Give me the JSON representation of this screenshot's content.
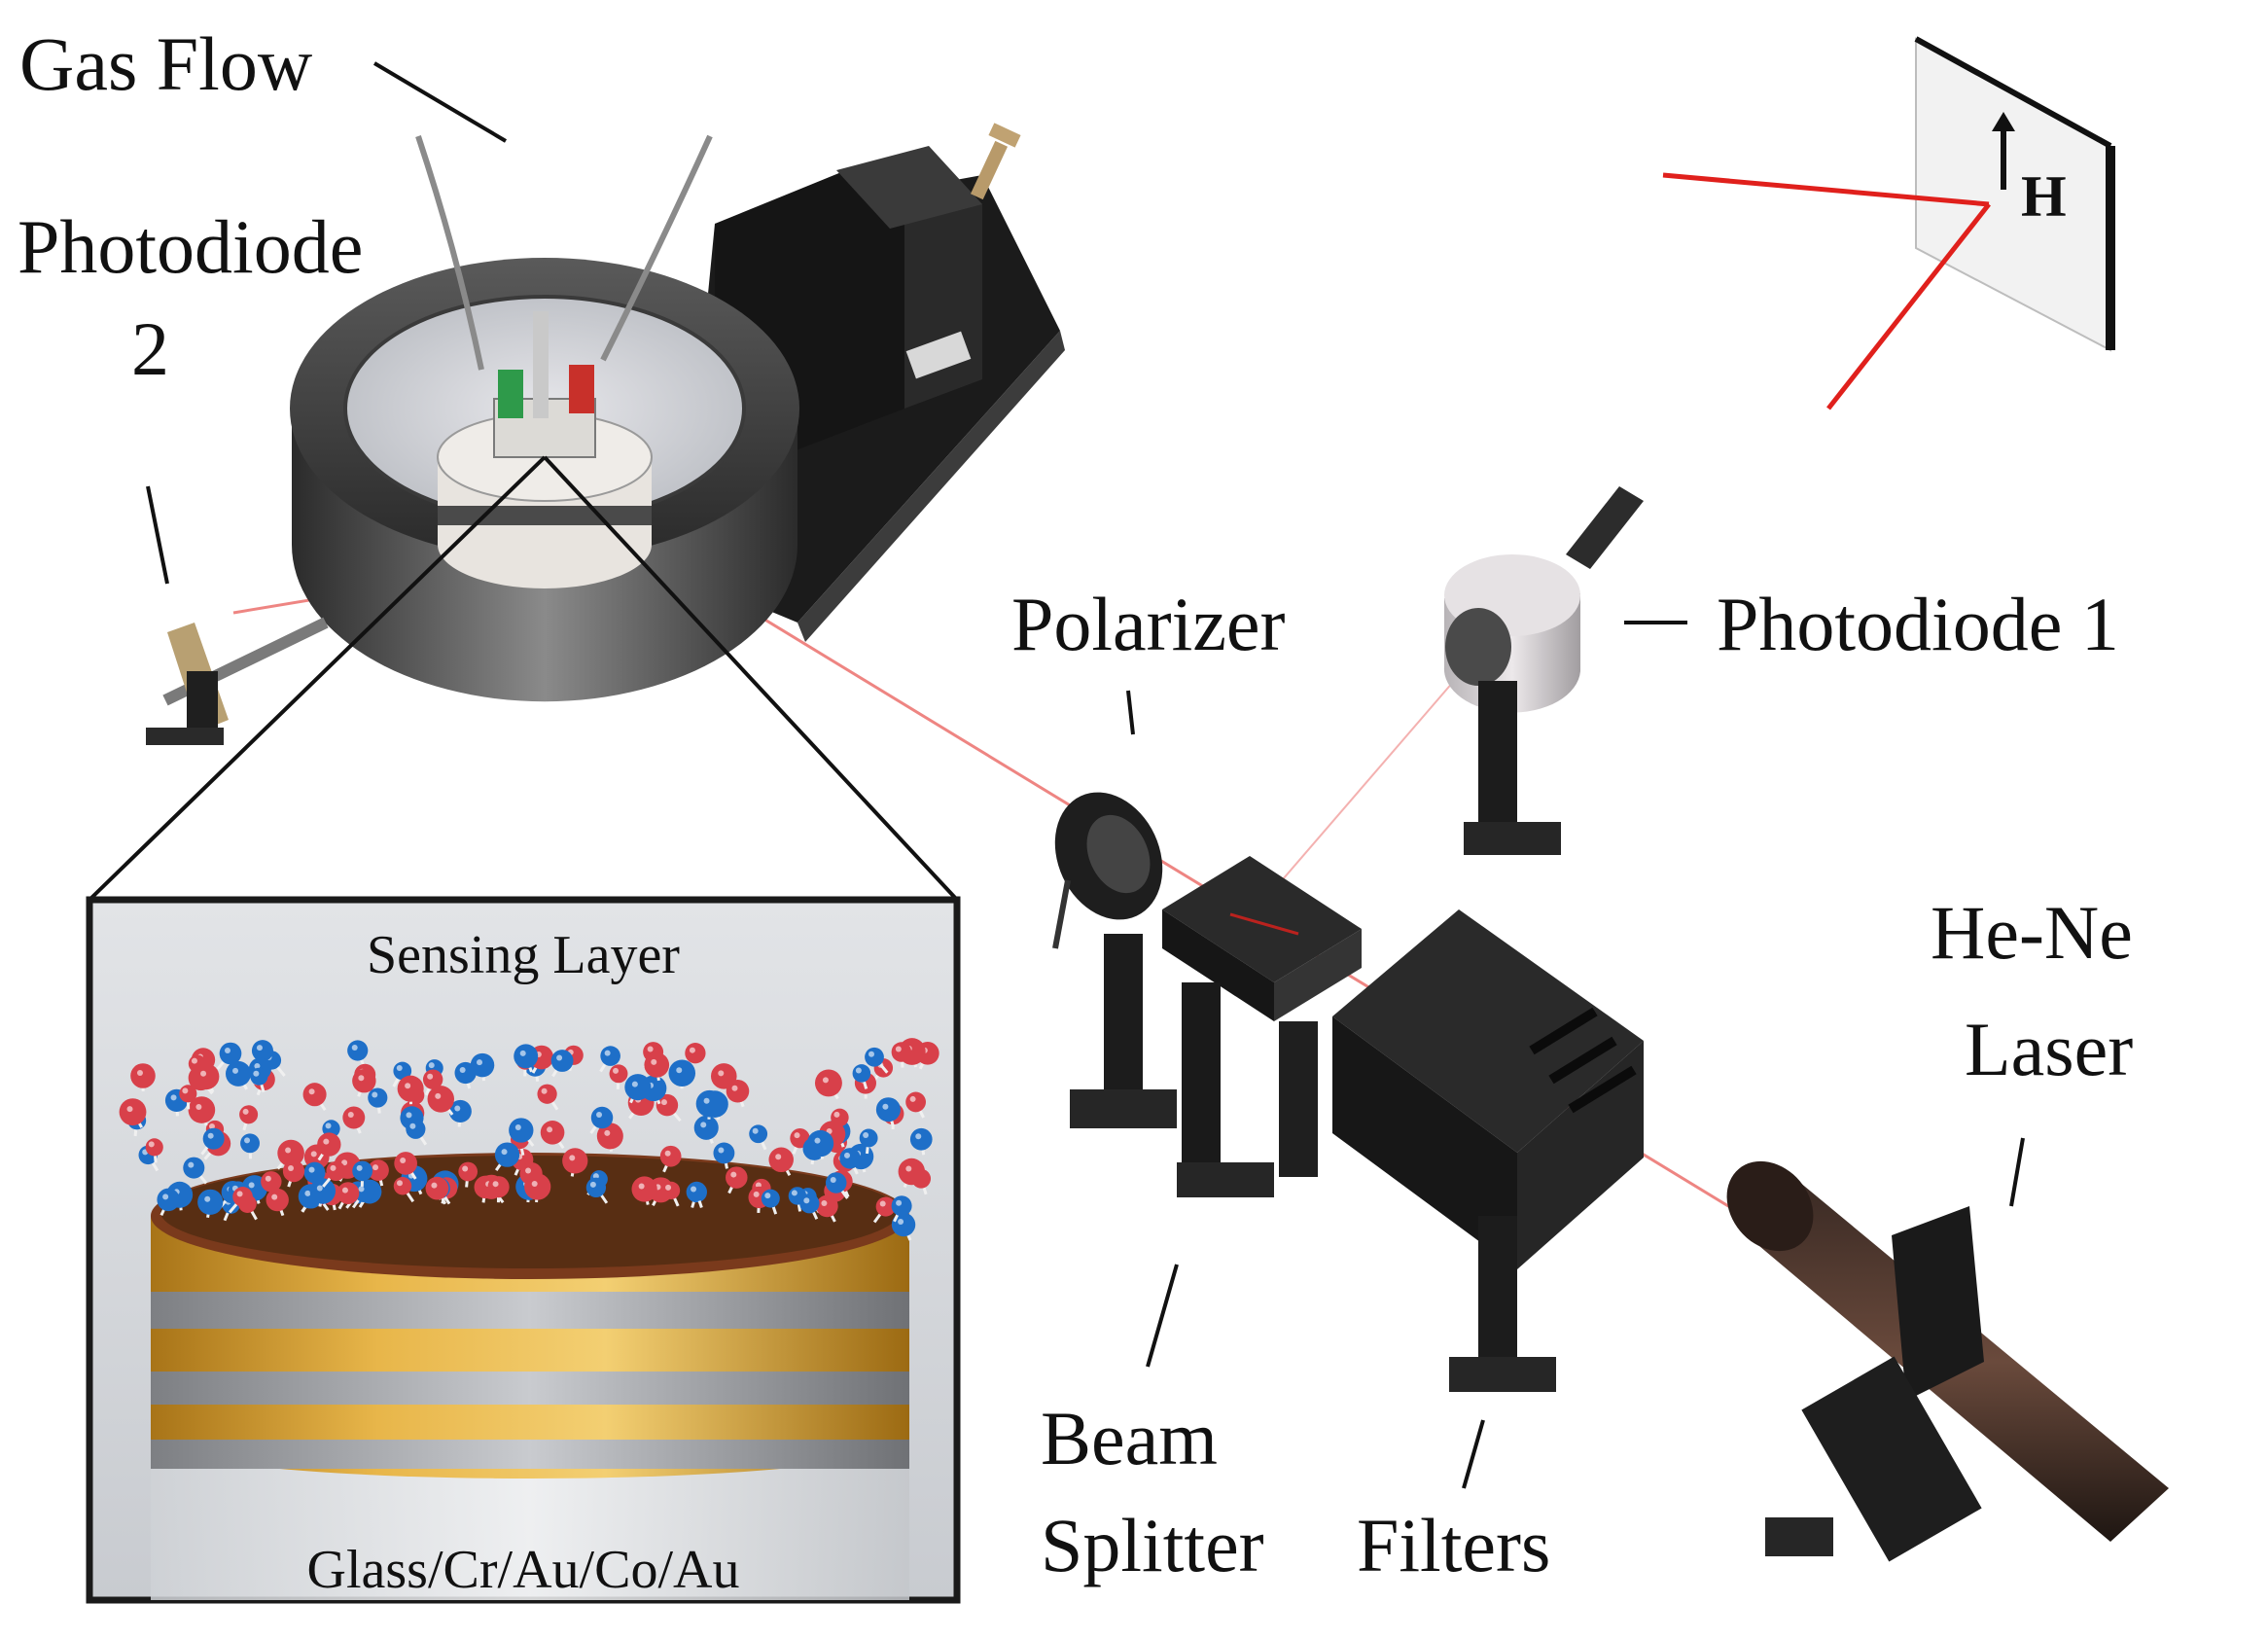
{
  "labels": {
    "gas_flow": "Gas Flow",
    "photodiode_2_line1": "Photodiode",
    "photodiode_2_line2": "2",
    "polarizer": "Polarizer",
    "photodiode_1": "Photodiode 1",
    "he_ne_line1": "He-Ne",
    "he_ne_line2": "Laser",
    "beam_splitter_line1": "Beam",
    "beam_splitter_line2": "Splitter",
    "filters": "Filters",
    "field_symbol": "H",
    "inset_top": "Sensing Layer",
    "inset_bottom": "Glass/Cr/Au/Co/Au"
  },
  "colors": {
    "laser_beam": "#e0201c",
    "molecule_blue": "#1e6fc8",
    "molecule_red": "#d8404a",
    "gold_layer": "#d9a33a",
    "equipment_dark": "#222222"
  }
}
